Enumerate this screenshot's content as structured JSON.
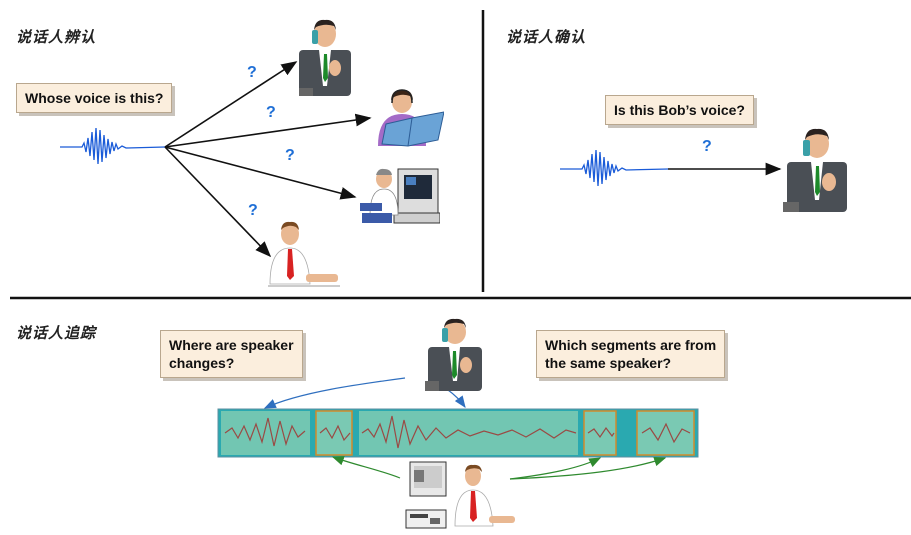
{
  "sections": {
    "identification": {
      "label": "说话人辨认"
    },
    "verification": {
      "label": "说话人确认"
    },
    "tracking": {
      "label": "说话人追踪"
    }
  },
  "identification": {
    "callout": "Whose voice is this?",
    "question_marks": [
      "?",
      "?",
      "?",
      "?"
    ]
  },
  "verification": {
    "callout": "Is this Bob’s voice?",
    "question_mark": "?"
  },
  "tracking": {
    "callout_left": "Where are speaker\nchanges?",
    "callout_right": "Which segments are from\nthe same speaker?"
  },
  "colors": {
    "wave": "#1a5bd8",
    "question": "#1f6fd6",
    "callout_bg": "#fbeedd",
    "strip_bg": "#2aa9b0",
    "strip_segment": "#7ac9b3",
    "arrow_blue": "#2f6fbf",
    "arrow_green": "#2f8a2f"
  },
  "icons": [
    "waveform-icon",
    "businessman-phone-icon",
    "reader-headset-icon",
    "office-worker-computer-icon",
    "man-at-desk-icon",
    "desktop-computer-icon"
  ]
}
